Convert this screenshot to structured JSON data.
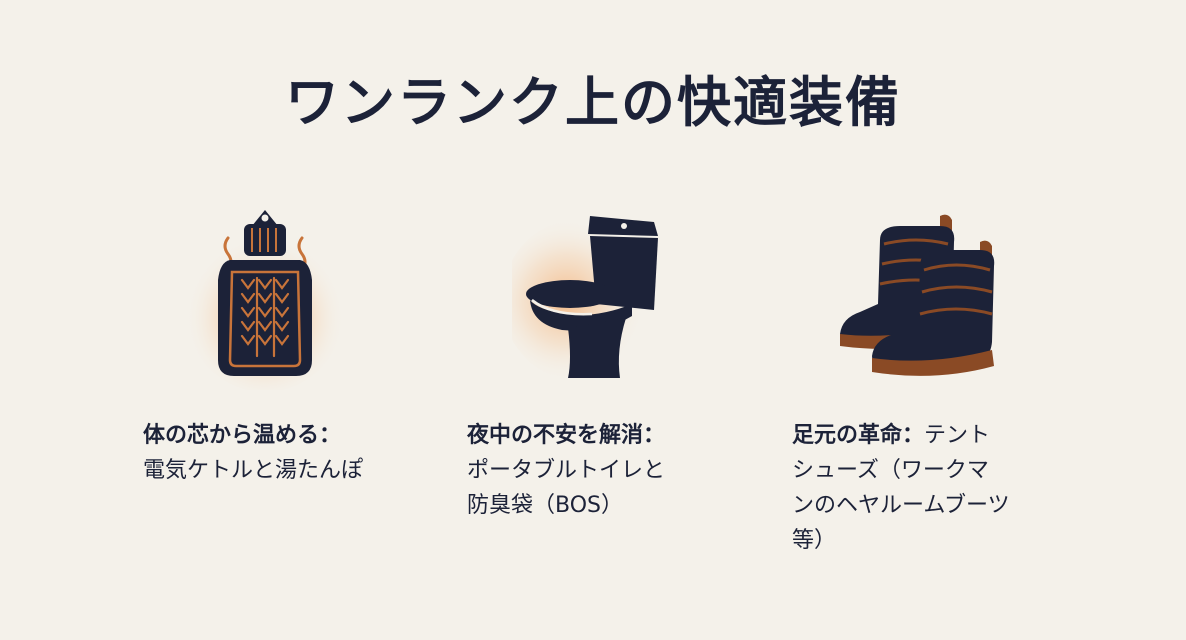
{
  "title": "ワンランク上の快適装備",
  "colors": {
    "background": "#f4f1ea",
    "navy": "#1c2238",
    "accent": "#c8743a",
    "glow": "#f2b27a"
  },
  "items": [
    {
      "icon": "hot-water-bottle-icon",
      "heading": "体の芯から温める：",
      "text_lines": [
        "電気ケトルと湯たんぽ"
      ]
    },
    {
      "icon": "toilet-icon",
      "heading": "夜中の不安を解消：",
      "text_lines": [
        "ポータブルトイレと",
        "防臭袋（BOS）"
      ]
    },
    {
      "icon": "boots-icon",
      "heading": "足元の革命：",
      "heading_tail": "テント",
      "text_lines": [
        "シューズ（ワークマ",
        "ンのヘヤルームブーツ",
        "等）"
      ]
    }
  ]
}
